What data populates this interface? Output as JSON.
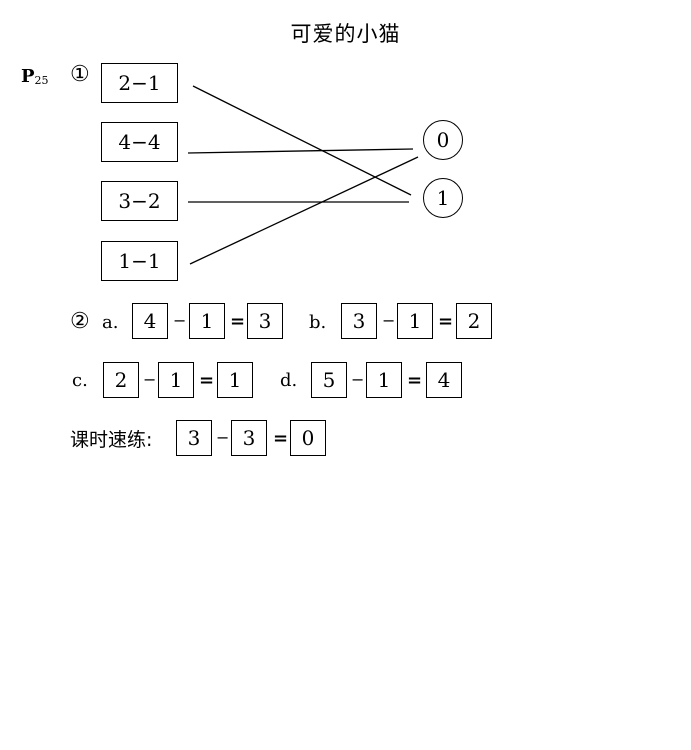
{
  "title": "可爱的小猫",
  "page_label": {
    "main": "P",
    "sub": "25"
  },
  "part1": {
    "number": "①",
    "expressions": [
      "2−1",
      "4−4",
      "3−2",
      "1−1"
    ],
    "results": [
      "0",
      "1"
    ]
  },
  "part2": {
    "number": "②",
    "items": [
      {
        "label": "a.",
        "a": "4",
        "op": "−",
        "b": "1",
        "eq": "=",
        "result": "3"
      },
      {
        "label": "b.",
        "a": "3",
        "op": "−",
        "b": "1",
        "eq": "=",
        "result": "2"
      },
      {
        "label": "c.",
        "a": "2",
        "op": "−",
        "b": "1",
        "eq": "=",
        "result": "1"
      },
      {
        "label": "d.",
        "a": "5",
        "op": "−",
        "b": "1",
        "eq": "=",
        "result": "4"
      }
    ]
  },
  "practice": {
    "label": "课时速练:",
    "a": "3",
    "op": "−",
    "b": "3",
    "eq": "=",
    "result": "0"
  }
}
